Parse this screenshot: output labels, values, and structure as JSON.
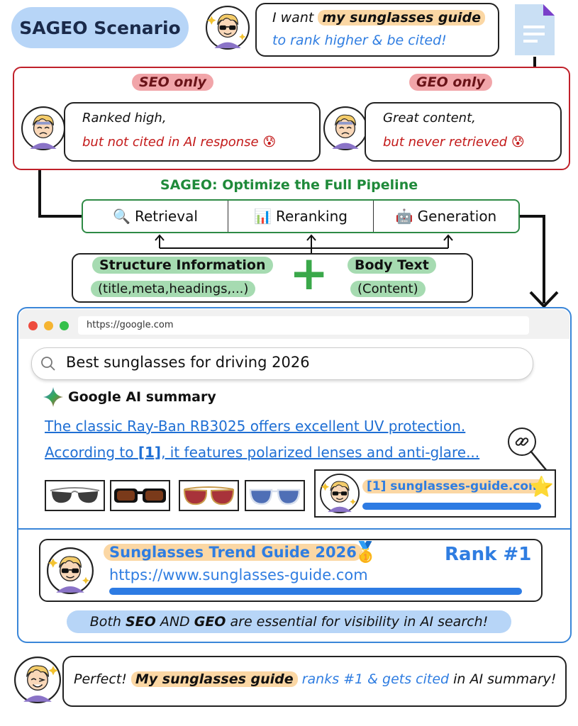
{
  "top": {
    "badge": "SAGEO Scenario",
    "speech": {
      "prefix": "I want ",
      "highlight": "my sunglasses guide",
      "line2": "to rank higher & be cited!"
    }
  },
  "problems": {
    "seo": {
      "label": "SEO only",
      "line1": "Ranked high,",
      "line2": "but not cited in AI response",
      "emoji": "😰"
    },
    "geo": {
      "label": "GEO only",
      "line1": "Great content,",
      "line2": "but never retrieved",
      "emoji": "😰"
    }
  },
  "pipeline": {
    "title": "SAGEO: Optimize the Full Pipeline",
    "stages": [
      {
        "icon": "🔍",
        "label": "Retrieval"
      },
      {
        "icon": "📊",
        "label": "Reranking"
      },
      {
        "icon": "🤖",
        "label": "Generation"
      }
    ],
    "inputs": {
      "structure_title": "Structure Information",
      "structure_sub": "(title,meta,headings,...)",
      "plus": "+",
      "body_title": "Body Text",
      "body_sub": "(Content)"
    }
  },
  "browser": {
    "url": "https://google.com",
    "query": "Best sunglasses for driving 2026",
    "ai_label": "Google AI summary",
    "summary": {
      "line1": "The classic Ray-Ban RB3025 offers excellent UV protection.",
      "line2_prefix": "According to ",
      "cite": "[1]",
      "line2_suffix": ", it features polarized lenses and anti-glare..."
    },
    "citation": {
      "label": "[1] sunglasses-guide.com",
      "emoji": "⭐"
    },
    "result": {
      "title": "Sunglasses Trend Guide 2026",
      "medal": "🥇",
      "url": "https://www.sunglasses-guide.com",
      "rank": "Rank #1"
    },
    "message": {
      "p1": "Both ",
      "b1": "SEO",
      "p2": " AND ",
      "b2": "GEO",
      "p3": " are essential for visibility in AI search!"
    }
  },
  "bottom": {
    "p1": "Perfect! ",
    "highlight": "My sunglasses guide",
    "p2": " ranks #1 & gets cited",
    "p3": " in AI summary!"
  }
}
